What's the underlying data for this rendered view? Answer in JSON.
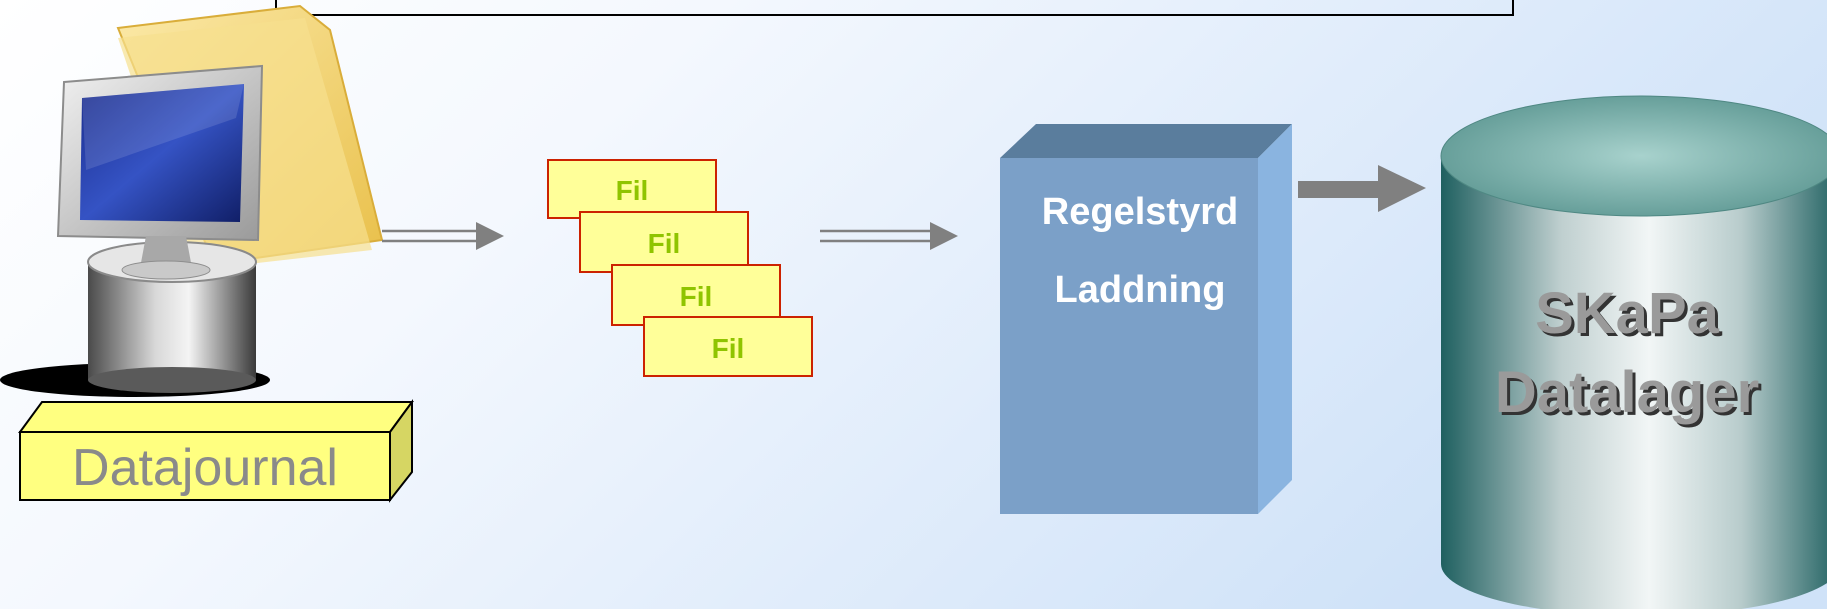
{
  "journal": {
    "label": "Datajournal"
  },
  "files": {
    "labels": [
      "Fil",
      "Fil",
      "Fil",
      "Fil"
    ]
  },
  "loader": {
    "line1": "Regelstyrd",
    "line2": "Laddning"
  },
  "store": {
    "line1": "SKaPa",
    "line2": "Datalager"
  },
  "colors": {
    "note_fill": "#ffff80",
    "file_border": "#cc2200",
    "file_text": "#8fc400",
    "box_front": "#7ba0c8",
    "box_top": "#5a7d9d",
    "box_side": "#8ab4e0",
    "arrow": "#808080",
    "cylinder_top": "#7fb5b0"
  }
}
